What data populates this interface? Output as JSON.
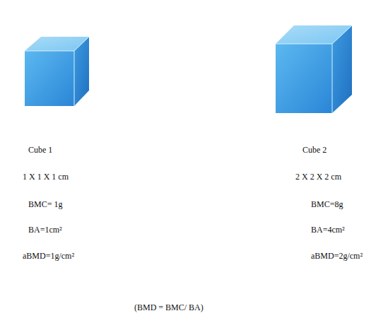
{
  "diagram": {
    "labels": [
      "Cube 1",
      "1 X 1 X 1 cm",
      "BMC= 1g",
      "BA=1cm²",
      "aBMD=1g/cm²",
      "Cube 2",
      "2 X 2 X 2 cm",
      "BMC=8g",
      "BA=4cm²",
      "aBMD=2g/cm²",
      "(BMD = BMC/ BA)"
    ]
  }
}
